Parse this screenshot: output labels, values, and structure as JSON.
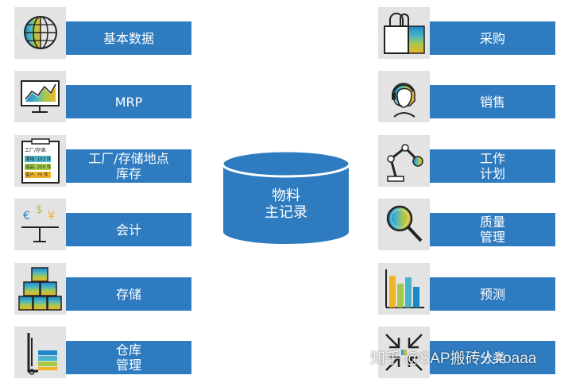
{
  "center": {
    "label": "物料\n主记录"
  },
  "left_items": [
    {
      "label": "基本数据",
      "icon": "globe-icon"
    },
    {
      "label": "MRP",
      "icon": "monitor-chart-icon"
    },
    {
      "label": "工厂/存储地点\n库存",
      "icon": "inventory-list-icon",
      "icon_text": {
        "title": "工厂/存储:",
        "row1": "落地: 152 件",
        "row2": "成品: 250 件",
        "row3": "客户: 75 件"
      }
    },
    {
      "label": "会计",
      "icon": "currency-scale-icon"
    },
    {
      "label": "存储",
      "icon": "stacked-boxes-icon"
    },
    {
      "label": "仓库\n管理",
      "icon": "forklift-icon"
    }
  ],
  "right_items": [
    {
      "label": "采购",
      "icon": "shopping-bag-icon"
    },
    {
      "label": "销售",
      "icon": "headset-agent-icon"
    },
    {
      "label": "工作\n计划",
      "icon": "robot-arm-icon"
    },
    {
      "label": "质量\n管理",
      "icon": "magnifier-icon"
    },
    {
      "label": "预测",
      "icon": "bar-chart-icon"
    },
    {
      "label": "分类",
      "icon": "arrows-converge-icon"
    }
  ],
  "watermark": "知乎 @SAP搬砖人itoaaa",
  "colors": {
    "accent": "#2e7bbf",
    "icon_bg": "#e3e3e3",
    "stripe": [
      "#1b86c8",
      "#49b4c8",
      "#a7c94b",
      "#f0b429"
    ]
  }
}
